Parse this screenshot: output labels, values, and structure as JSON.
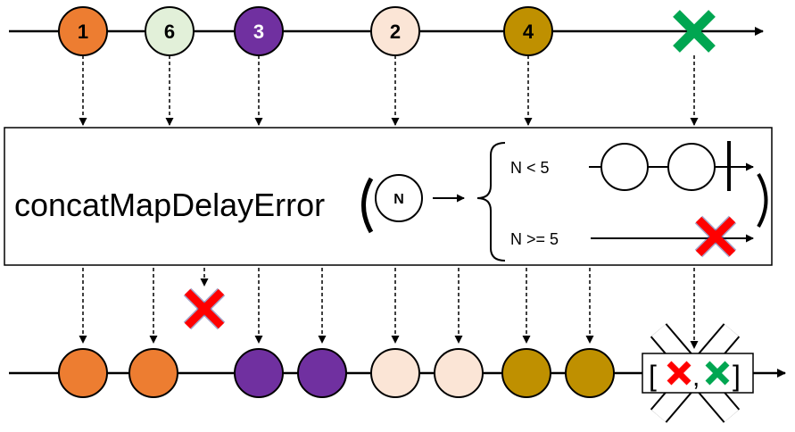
{
  "source_marbles": [
    {
      "label": "1",
      "fill": "#ED7D31",
      "text_color": "#000000"
    },
    {
      "label": "6",
      "fill": "#E2F0D9",
      "text_color": "#000000"
    },
    {
      "label": "3",
      "fill": "#7030A0",
      "text_color": "#ffffff"
    },
    {
      "label": "2",
      "fill": "#FBE5D6",
      "text_color": "#000000"
    },
    {
      "label": "4",
      "fill": "#BF9000",
      "text_color": "#000000"
    }
  ],
  "operator": {
    "name": "concatMapDelayError",
    "input_label": "N",
    "conditions": [
      "N < 5",
      "N >= 5"
    ]
  },
  "output_marbles": [
    {
      "fill": "#ED7D31"
    },
    {
      "fill": "#ED7D31"
    },
    {
      "fill": "#7030A0"
    },
    {
      "fill": "#7030A0"
    },
    {
      "fill": "#FBE5D6"
    },
    {
      "fill": "#FBE5D6"
    },
    {
      "fill": "#BF9000"
    },
    {
      "fill": "#BF9000"
    }
  ],
  "composite_error": {
    "open": "[",
    "separator": ",",
    "close": "]"
  },
  "colors": {
    "error_red": "#FF0000",
    "error_green": "#00A651",
    "line": "#000000"
  }
}
